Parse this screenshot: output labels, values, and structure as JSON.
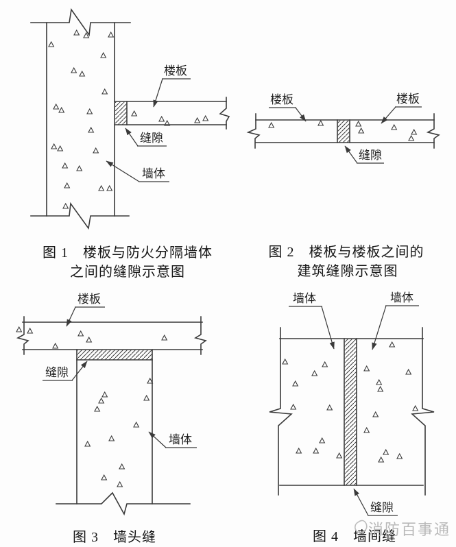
{
  "page": {
    "background": "#fdfdfd",
    "ink": "#3a3a3a"
  },
  "watermark": {
    "text": "消防百事通",
    "color": "#b4b4b4"
  },
  "fig1": {
    "labels": {
      "slab": "楼板",
      "gap": "缝隙",
      "wall": "墙体"
    },
    "caption_line1": "图 1　楼板与防火分隔墙体",
    "caption_line2": "之间的缝隙示意图"
  },
  "fig2": {
    "labels": {
      "slab_left": "楼板",
      "slab_right": "楼板",
      "gap": "缝隙"
    },
    "caption_line1": "图 2　楼板与楼板之间的",
    "caption_line2": "建筑缝隙示意图"
  },
  "fig3": {
    "labels": {
      "slab": "楼板",
      "gap": "缝隙",
      "wall": "墙体"
    },
    "caption": "图 3　墙头缝"
  },
  "fig4": {
    "labels": {
      "wall_left": "墙体",
      "wall_right": "墙体",
      "gap": "缝隙"
    },
    "caption": "图 4　墙间缝"
  }
}
